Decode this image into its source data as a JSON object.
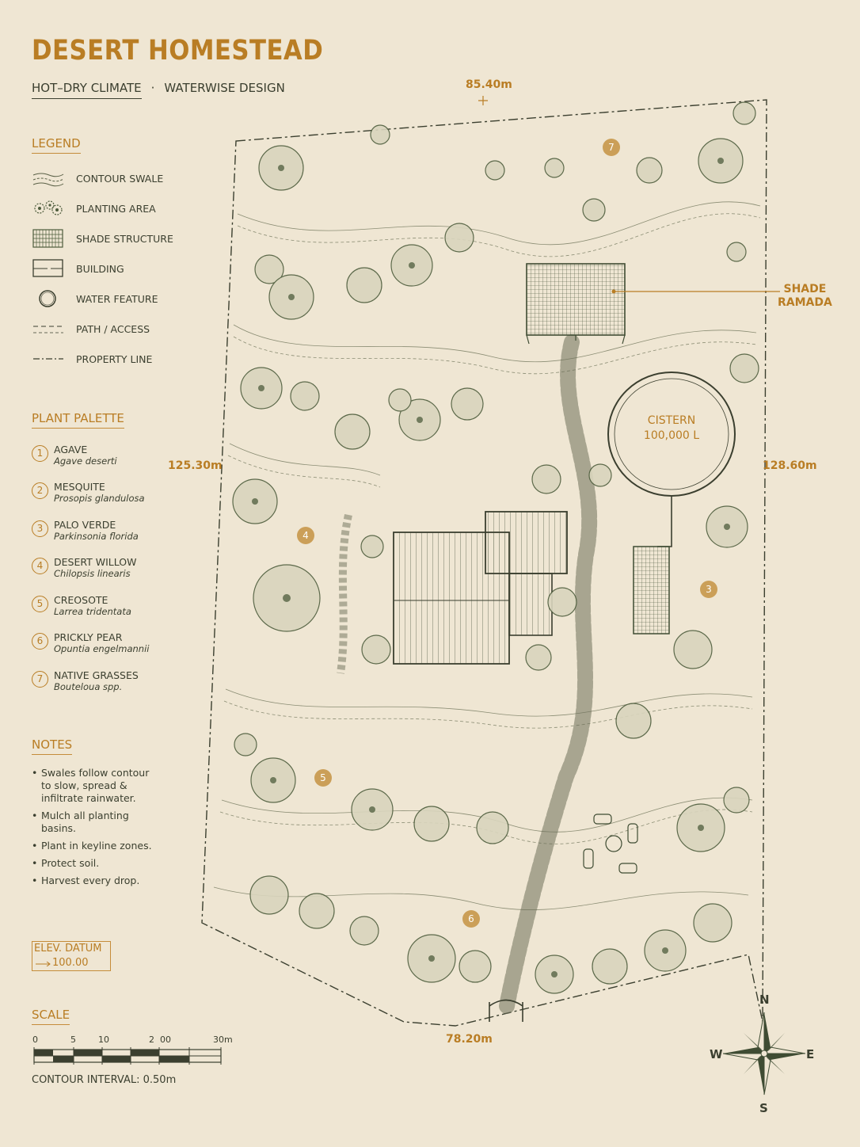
{
  "header": {
    "title": "DESERT HOMESTEAD",
    "subtitle_left": "HOT–DRY CLIMATE",
    "subtitle_separator": "·",
    "subtitle_right": "WATERWISE DESIGN"
  },
  "legend": {
    "heading": "LEGEND",
    "items": [
      {
        "label": "CONTOUR SWALE",
        "icon": "contour-swale-icon"
      },
      {
        "label": "PLANTING AREA",
        "icon": "planting-area-icon"
      },
      {
        "label": "SHADE STRUCTURE",
        "icon": "shade-structure-icon"
      },
      {
        "label": "BUILDING",
        "icon": "building-icon"
      },
      {
        "label": "WATER FEATURE",
        "icon": "water-feature-icon"
      },
      {
        "label": "PATH / ACCESS",
        "icon": "path-access-icon"
      },
      {
        "label": "PROPERTY LINE",
        "icon": "property-line-icon"
      }
    ]
  },
  "plant_palette": {
    "heading": "PLANT PALETTE",
    "items": [
      {
        "num": "1",
        "name": "AGAVE",
        "scientific": "Agave deserti"
      },
      {
        "num": "2",
        "name": "MESQUITE",
        "scientific": "Prosopis glandulosa"
      },
      {
        "num": "3",
        "name": "PALO VERDE",
        "scientific": "Parkinsonia florida"
      },
      {
        "num": "4",
        "name": "DESERT WILLOW",
        "scientific": "Chilopsis linearis"
      },
      {
        "num": "5",
        "name": "CREOSOTE",
        "scientific": "Larrea tridentata"
      },
      {
        "num": "6",
        "name": "PRICKLY PEAR",
        "scientific": "Opuntia engelmannii"
      },
      {
        "num": "7",
        "name": "NATIVE GRASSES",
        "scientific": "Bouteloua spp."
      }
    ]
  },
  "notes": {
    "heading": "NOTES",
    "items": [
      "Swales follow contour to slow, spread & infiltrate rainwater.",
      "Mulch all planting basins.",
      "Plant in keyline zones.",
      "Protect soil.",
      "Harvest every drop."
    ]
  },
  "elevation": {
    "label": "ELEV. DATUM",
    "value": "100.00"
  },
  "scale": {
    "heading": "SCALE",
    "ticks": [
      "0",
      "5",
      "10",
      "2  00",
      "30m"
    ],
    "contour_interval": "CONTOUR INTERVAL: 0.50m"
  },
  "plan": {
    "dim_top": "85.40m",
    "dim_left": "125.30m",
    "dim_right": "128.60m",
    "dim_bottom": "78.20m",
    "shade_callout": [
      "SHADE",
      "RAMADA"
    ],
    "cistern": [
      "CISTERN",
      "100,000 L"
    ],
    "zone_badges": [
      {
        "num": "7",
        "id": "zone-badge-7"
      },
      {
        "num": "4",
        "id": "zone-badge-4"
      },
      {
        "num": "3",
        "id": "zone-badge-3"
      },
      {
        "num": "5",
        "id": "zone-badge-5"
      },
      {
        "num": "6",
        "id": "zone-badge-6"
      }
    ]
  },
  "compass": {
    "n": "N",
    "s": "S",
    "e": "E",
    "w": "W"
  },
  "colors": {
    "paper": "#efe6d3",
    "accent": "#b97d24",
    "ink": "#3b3f2f",
    "plant_ink": "#4d5c3c"
  }
}
